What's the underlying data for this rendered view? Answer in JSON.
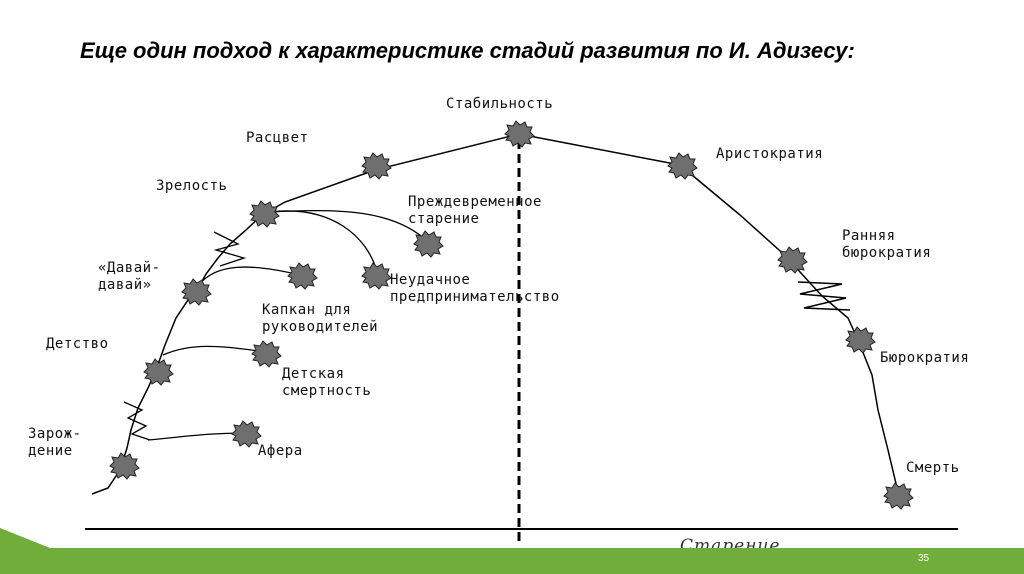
{
  "title": "Еще один подход к характеристике стадий развития по И. Адизесу:",
  "stages": {
    "birth": "Зарож-\nдение",
    "adventure": "Афера",
    "childhood": "Детство",
    "infant_mortality": "Детская\nсмертность",
    "go_go": "«Давай-\nдавай»",
    "founder_trap": "Капкан для\nруководителей",
    "adolescence": "Зрелость",
    "unfulfilled": "Неудачное\nпредпринимательство",
    "premature_aging": "Преждевременное\nстарение",
    "prime": "Расцвет",
    "stability": "Стабильность",
    "aristocracy": "Аристократия",
    "early_bureaucracy": "Ранняя\nбюрократия",
    "bureaucracy": "Бюрократия",
    "death": "Смерть"
  },
  "aging_label": "Старение",
  "footer": {
    "page_number": "35",
    "bar_color": "#71ad3b"
  }
}
